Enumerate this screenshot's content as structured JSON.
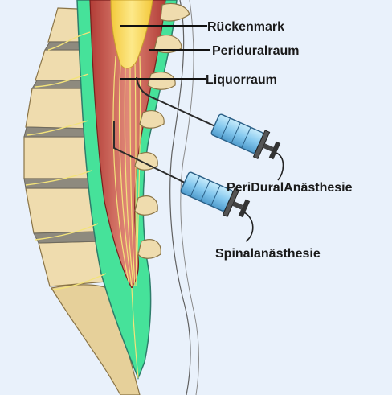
{
  "labels": {
    "spinal_cord": "Rückenmark",
    "epidural_space": "Periduralraum",
    "csf_space": "Liquorraum",
    "epidural_anesthesia": "PeriDuralAnästhesie",
    "spinal_anesthesia": "Spinalanästhesie"
  },
  "colors": {
    "background": "#e9f1fb",
    "bone": "#efdcae",
    "bone_outline": "#8a7446",
    "disc": "#8e8a7e",
    "epidural_fat": "#46e29a",
    "dura": "#2e7d6b",
    "csf": "#c85a4e",
    "spinal_cord": "#f6d443",
    "nerve": "#f3e37a",
    "syringe_barrel": "#8fd0f3",
    "needle": "#2b2b2b"
  }
}
